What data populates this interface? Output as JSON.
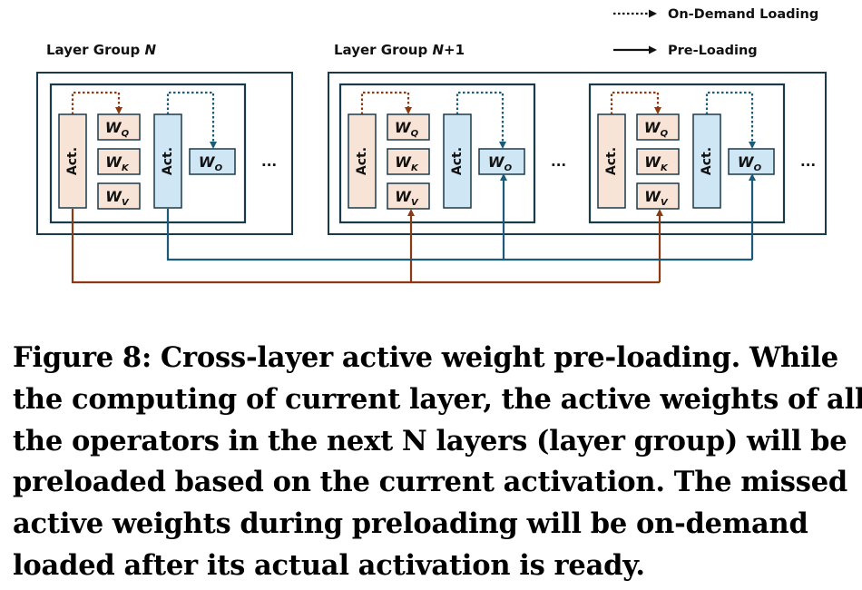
{
  "legend": {
    "on_demand": "On-Demand Loading",
    "pre_loading": "Pre-Loading"
  },
  "groups": [
    {
      "label_prefix": "Layer Group ",
      "label_var": "N",
      "label_suffix": ""
    },
    {
      "label_prefix": "Layer Group ",
      "label_var": "N",
      "label_suffix": "+1"
    }
  ],
  "layer": {
    "act": "Act.",
    "w_symbol": "W",
    "w_subscripts": [
      "Q",
      "K",
      "V"
    ],
    "wo_subscript": "O",
    "ellipsis": "..."
  },
  "colors": {
    "act_fill": "#f8e4d6",
    "w_fill": "#f8e4d6",
    "act2_fill": "#cfe6f4",
    "frame": "#1a3a4a",
    "brown_arrow": "#8a3a12",
    "teal_arrow": "#1c5b78"
  },
  "caption_lines": [
    "Figure 8: Cross-layer active weight pre-loading. While",
    "the computing of current layer, the active weights of all",
    "the operators in the next N layers (layer group) will be",
    "preloaded based on the current activation. The missed",
    "active weights during preloading will be on-demand",
    "loaded after its actual activation is ready."
  ]
}
